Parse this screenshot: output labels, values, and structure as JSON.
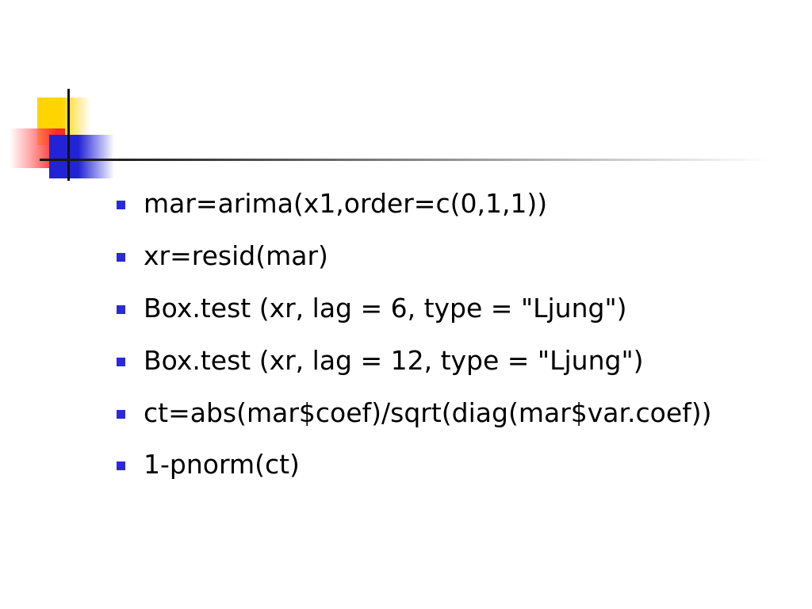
{
  "slide": {
    "accent_colors": {
      "yellow": "#ffd400",
      "red": "#ff2a2a",
      "blue": "#2323d6",
      "rule": "#111111",
      "bullet": "#2a2ad9"
    },
    "bullets": [
      {
        "text": "mar=arima(x1,order=c(0,1,1))"
      },
      {
        "text": "xr=resid(mar)"
      },
      {
        "text": "Box.test (xr, lag = 6, type = \"Ljung\")"
      },
      {
        "text": "Box.test (xr, lag = 12, type = \"Ljung\")"
      },
      {
        "text": "ct=abs(mar$coef)/sqrt(diag(mar$var.coef))"
      },
      {
        "text": "1-pnorm(ct)"
      }
    ]
  }
}
